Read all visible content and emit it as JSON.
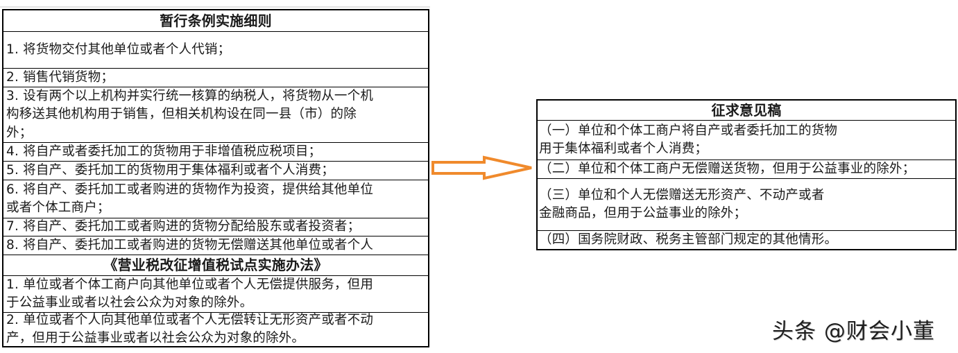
{
  "left_table": {
    "heading1": "暂行条例实施细则",
    "items1": [
      {
        "lines": [
          "1. 将货物交付其他单位或者个人代销；"
        ]
      },
      {
        "lines": [
          "2. 销售代销货物；"
        ]
      },
      {
        "lines": [
          "3. 设有两个以上机构并实行统一核算的纳税人，将货物从一个机",
          "构移送其他机构用于销售，但相关机构设在同一县（市）的除",
          "外；"
        ]
      },
      {
        "lines": [
          "4. 将自产或者委托加工的货物用于非增值税应税项目；"
        ]
      },
      {
        "lines": [
          "5. 将自产、委托加工的货物用于集体福利或者个人消费；"
        ]
      },
      {
        "lines": [
          "6. 将自产、委托加工或者购进的货物作为投资，提供给其他单位",
          "或者个体工商户；"
        ]
      },
      {
        "lines": [
          "7. 将自产、委托加工或者购进的货物分配给股东或者投资者；"
        ]
      },
      {
        "lines": [
          "8. 将自产、委托加工或者购进的货物无偿赠送其他单位或者个人"
        ]
      }
    ],
    "heading2": "《营业税改征增值税试点实施办法》",
    "items2": [
      {
        "lines": [
          "1. 单位或者个体工商户向其他单位或者个人无偿提供服务，但用",
          "于公益事业或者以社会公众为对象的除外。"
        ]
      },
      {
        "lines": [
          "2. 单位或者个人向其他单位或者个人无偿转让无形资产或者不动",
          "产，但用于公益事业或者以社会公众为对象的除外。"
        ]
      }
    ]
  },
  "arrow": {
    "direction": "right",
    "color": "#f08a2c"
  },
  "right_table": {
    "heading": "征求意见稿",
    "items": [
      {
        "lines": [
          "（一）单位和个体工商户将自产或者委托加工的货物",
          "用于集体福利或者个人消费；"
        ]
      },
      {
        "lines": [
          "（二）单位和个体工商户无偿赠送货物，但用于公益事业的除外；"
        ]
      },
      {
        "lines": [
          "（三）单位和个人无偿赠送无形资产、不动产或者",
          "金融商品，但用于公益事业的除外；"
        ]
      },
      {
        "lines": [
          "（四）国务院财政、税务主管部门规定的其他情形。"
        ]
      }
    ]
  },
  "watermark": "头条 @财会小董"
}
